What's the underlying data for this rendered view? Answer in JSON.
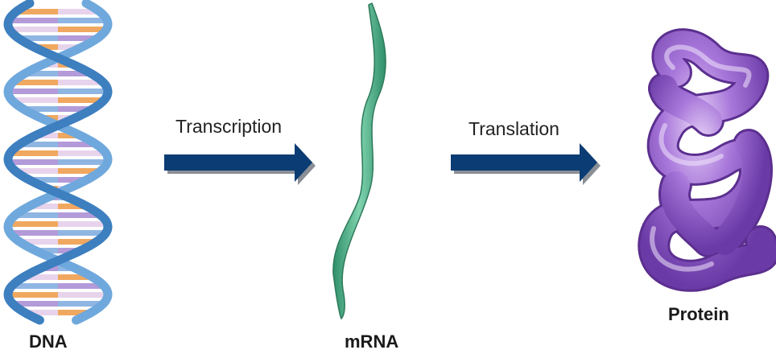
{
  "labels": {
    "dna": "DNA",
    "mrna": "mRNA",
    "protein": "Protein",
    "transcription": "Transcription",
    "translation": "Translation"
  },
  "colors": {
    "arrow": "#0b3c73",
    "arrow_shadow": "#8a8f96",
    "dna_backbone": "#6fa8dc",
    "dna_backbone_dark": "#3d7fbf",
    "base_orange": "#f0a860",
    "base_violet": "#b39bd9",
    "base_pink": "#e8d3ec",
    "base_blue": "#8fb6e3",
    "mrna": "#4fb08a",
    "protein": "#9b6bd0"
  },
  "icons": [
    "dna-helix-icon",
    "mrna-strand-icon",
    "protein-fold-icon",
    "arrow-right-icon"
  ]
}
